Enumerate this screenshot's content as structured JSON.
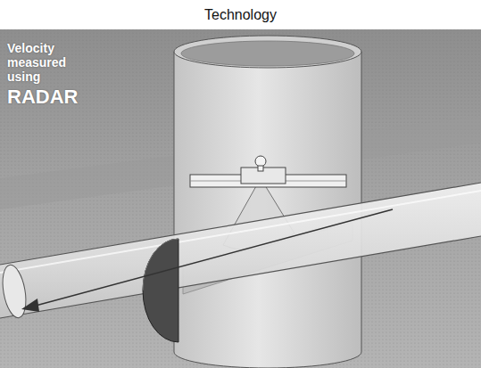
{
  "diagram": {
    "title": "Technology",
    "labels": [
      "Velocity measured using",
      "RADAR"
    ]
  }
}
